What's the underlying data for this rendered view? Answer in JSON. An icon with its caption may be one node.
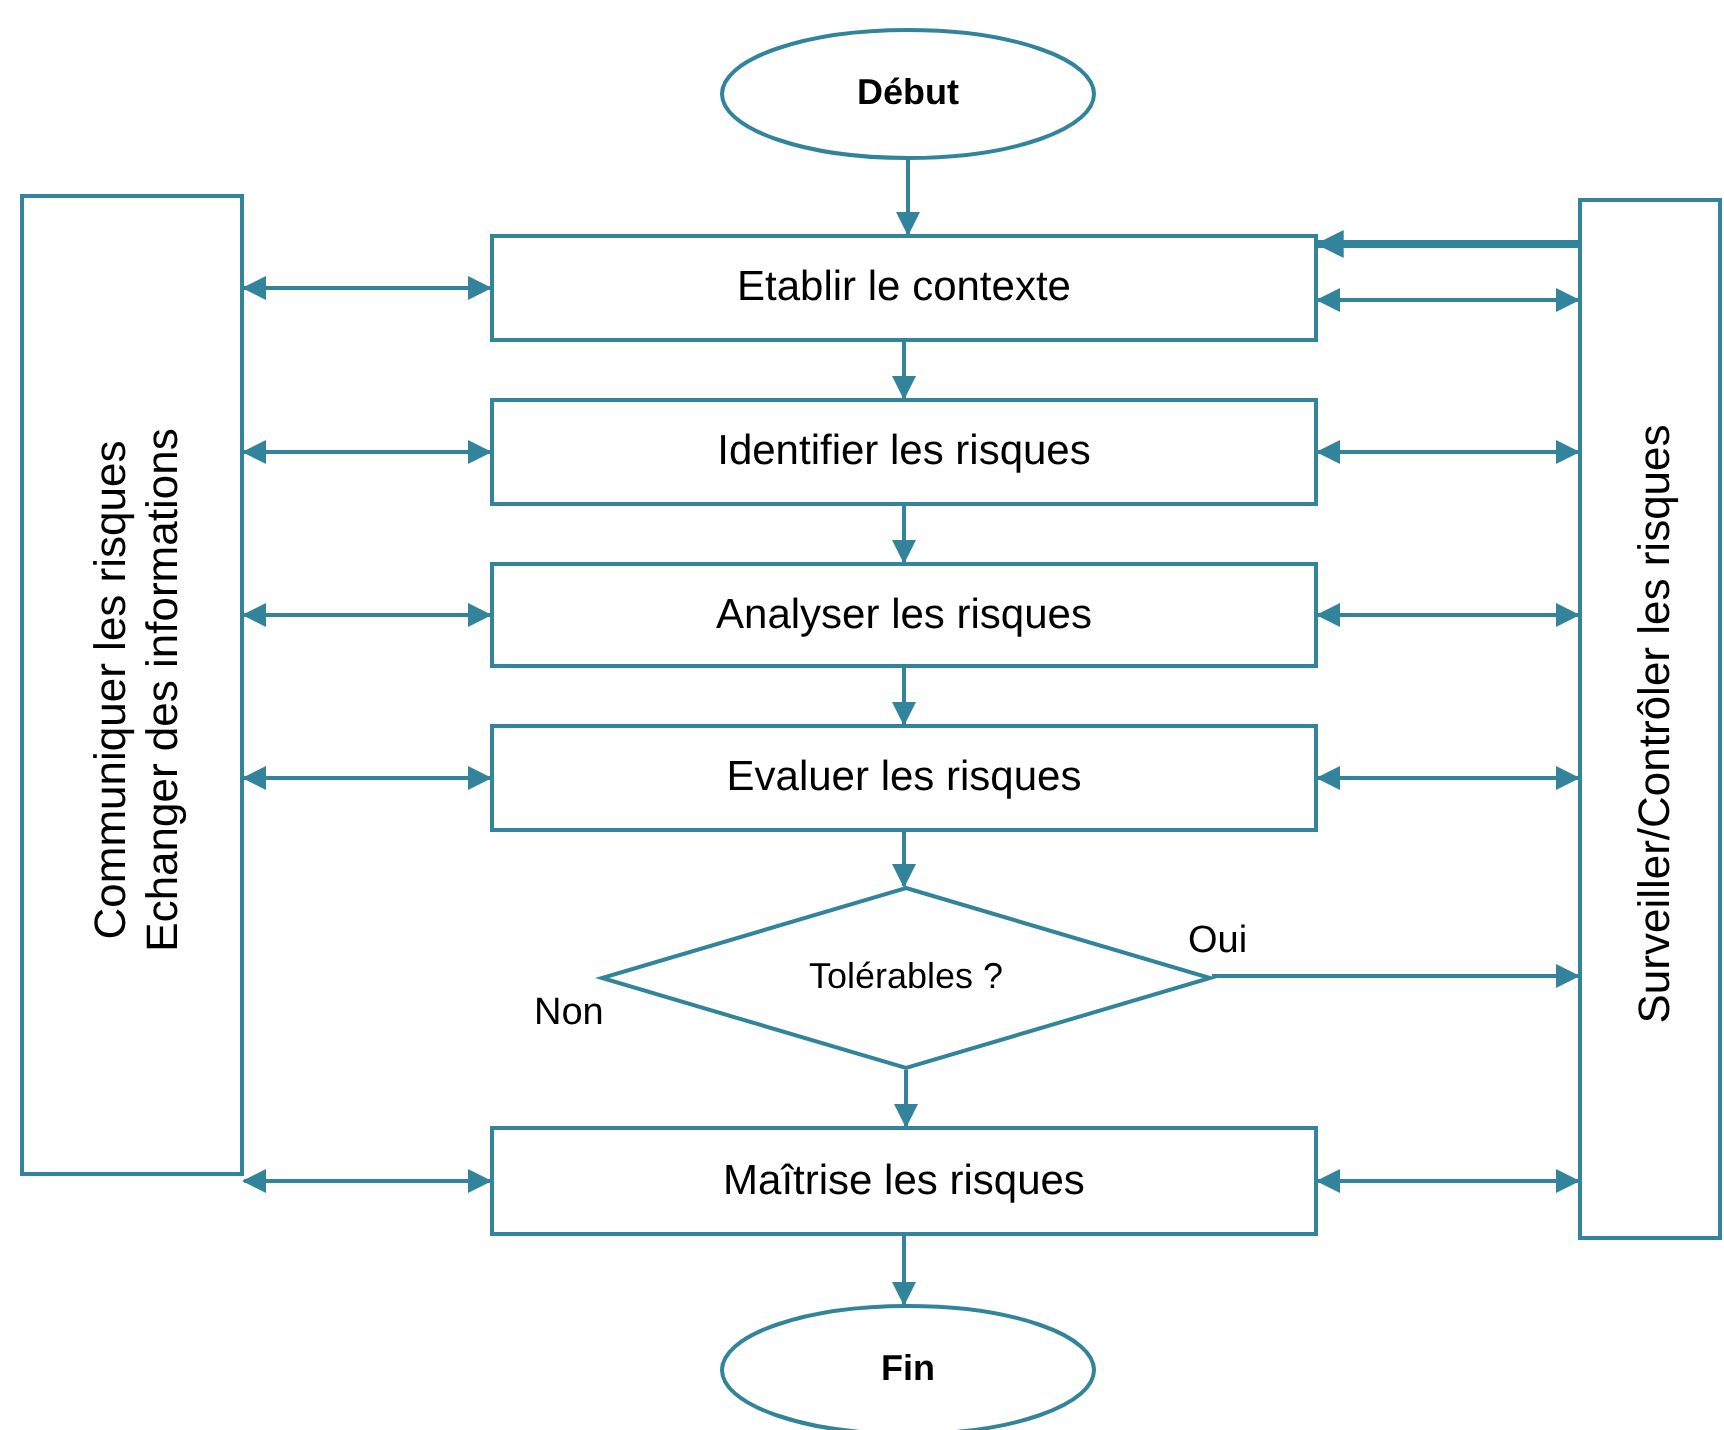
{
  "diagram": {
    "nodes": [
      {
        "text": [
          "Début"
        ]
      },
      {
        "text": [
          "Communiquer les risques",
          "Echanger des informations"
        ]
      },
      {
        "text": [
          "Surveiller/Contrôler les risques"
        ]
      },
      {
        "text": [
          "Etablir le contexte"
        ]
      },
      {
        "text": [
          "Identifier les risques"
        ]
      },
      {
        "text": [
          "Analyser les risques"
        ]
      },
      {
        "text": [
          "Evaluer les risques"
        ]
      },
      {
        "text": [
          "Tolérables ?"
        ],
        "beside": [
          "Non"
        ]
      },
      {
        "text": [
          "Maîtrise les risques"
        ]
      },
      {
        "text": [
          "Fin"
        ]
      }
    ],
    "edges": [
      {
        "from": 0,
        "to": 3,
        "arrow": "to"
      },
      {
        "from": 3,
        "to": 4,
        "arrow": "to"
      },
      {
        "from": 4,
        "to": 5,
        "arrow": "to"
      },
      {
        "from": 5,
        "to": 6,
        "arrow": "to"
      },
      {
        "from": 6,
        "to": 7,
        "arrow": "to"
      },
      {
        "from": 7,
        "to": 8,
        "arrow": "to"
      },
      {
        "from": 8,
        "to": 9,
        "arrow": "to"
      },
      {
        "from": 1,
        "to": 3,
        "arrow": "both"
      },
      {
        "from": 1,
        "to": 4,
        "arrow": "both"
      },
      {
        "from": 1,
        "to": 5,
        "arrow": "both"
      },
      {
        "from": 1,
        "to": 6,
        "arrow": "both"
      },
      {
        "from": 1,
        "to": 8,
        "arrow": "both"
      },
      {
        "from": 2,
        "to": 3,
        "arrow": "to",
        "style": "thick"
      },
      {
        "from": 3,
        "to": 2,
        "arrow": "both"
      },
      {
        "from": 4,
        "to": 2,
        "arrow": "both"
      },
      {
        "from": 5,
        "to": 2,
        "arrow": "both"
      },
      {
        "from": 6,
        "to": 2,
        "arrow": "both"
      },
      {
        "from": 7,
        "to": 2,
        "label": "Oui",
        "arrow": "to"
      },
      {
        "from": 8,
        "to": 2,
        "arrow": "both"
      }
    ]
  }
}
